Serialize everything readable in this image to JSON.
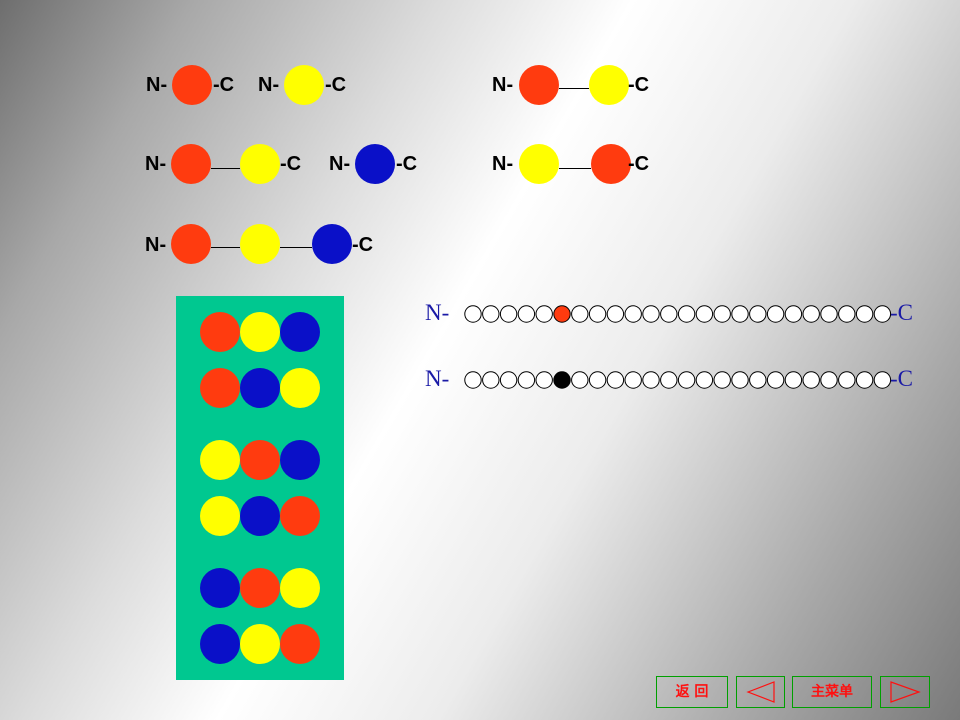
{
  "colors": {
    "red": "#ff3b0f",
    "yellow": "#ffff00",
    "blue": "#0a10c8",
    "panel": "#00c890",
    "chain_label": "#1a1aa6",
    "nav_text": "#ff1010",
    "nav_border": "#00a000"
  },
  "terminals": {
    "n": "N-",
    "c": "-C"
  },
  "chain_terminals": {
    "n": "N-",
    "c": "-C"
  },
  "peptides": [
    {
      "residues": [
        "red"
      ]
    },
    {
      "residues": [
        "yellow"
      ]
    },
    {
      "residues": [
        "red",
        "yellow"
      ]
    },
    {
      "residues": [
        "red",
        "yellow"
      ]
    },
    {
      "residues": [
        "blue"
      ]
    },
    {
      "residues": [
        "yellow",
        "red"
      ]
    },
    {
      "residues": [
        "red",
        "yellow",
        "blue"
      ]
    }
  ],
  "permutations": [
    [
      "red",
      "yellow",
      "blue"
    ],
    [
      "red",
      "blue",
      "yellow"
    ],
    [
      "yellow",
      "red",
      "blue"
    ],
    [
      "yellow",
      "blue",
      "red"
    ],
    [
      "blue",
      "red",
      "yellow"
    ],
    [
      "blue",
      "yellow",
      "red"
    ]
  ],
  "chains": [
    {
      "length": 24,
      "highlight_index": 5,
      "highlight_color": "red"
    },
    {
      "length": 24,
      "highlight_index": 5,
      "highlight_color": "black"
    }
  ],
  "nav": {
    "back_label": "返 回",
    "menu_label": "主菜单",
    "prev_icon": "left-triangle-icon",
    "next_icon": "right-triangle-icon"
  }
}
